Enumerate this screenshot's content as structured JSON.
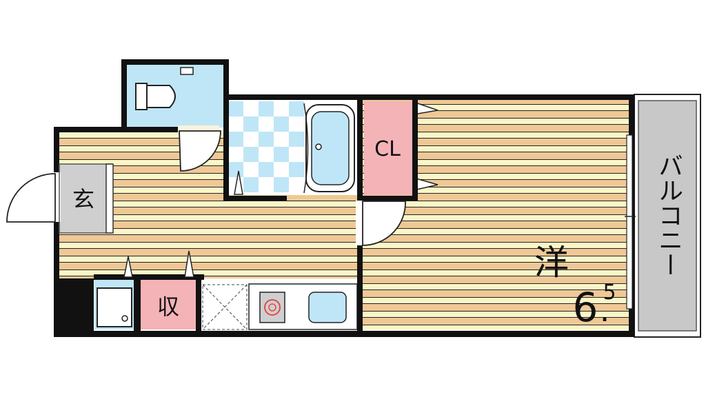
{
  "rooms": {
    "western_room": {
      "label": "洋",
      "size_int": "6",
      "size_dot": ".",
      "size_dec": "5"
    },
    "closet": {
      "label": "CL"
    },
    "entrance": {
      "label": "玄"
    },
    "storage": {
      "label": "収"
    },
    "balcony": {
      "label": "バルコニー"
    }
  },
  "colors": {
    "wall": "#111111",
    "floor_tan": "#efc896",
    "floor_cream": "#fbf6c8",
    "wet_area": "#bfe6f7",
    "closet_pink": "#f4b3b7",
    "entrance_gray": "#cfcfcf",
    "balcony_gray": "#c8c8c8"
  }
}
